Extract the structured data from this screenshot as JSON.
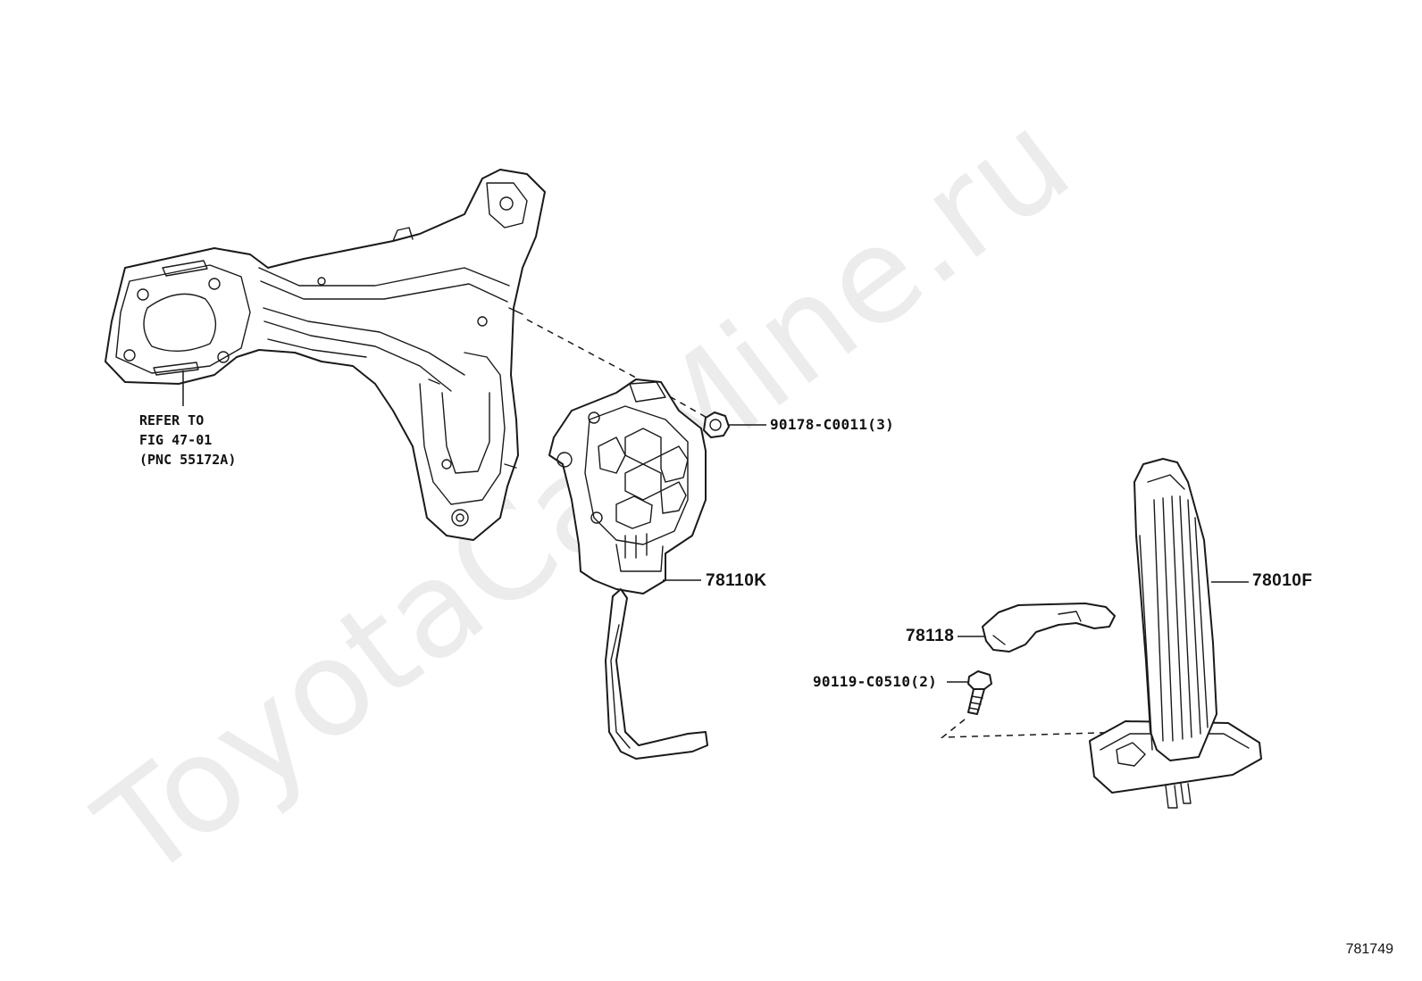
{
  "watermark": "ToyotaCarMine.ru",
  "figure_number": "781749",
  "callouts": {
    "refer_line1": "REFER TO",
    "refer_line2": "FIG 47-01",
    "refer_line3": "(PNC 55172A)",
    "nut": "90178-C0011(3)",
    "sensor": "78110K",
    "pedal": "78010F",
    "bracket": "78118",
    "bolt": "90119-C0510(2)"
  }
}
